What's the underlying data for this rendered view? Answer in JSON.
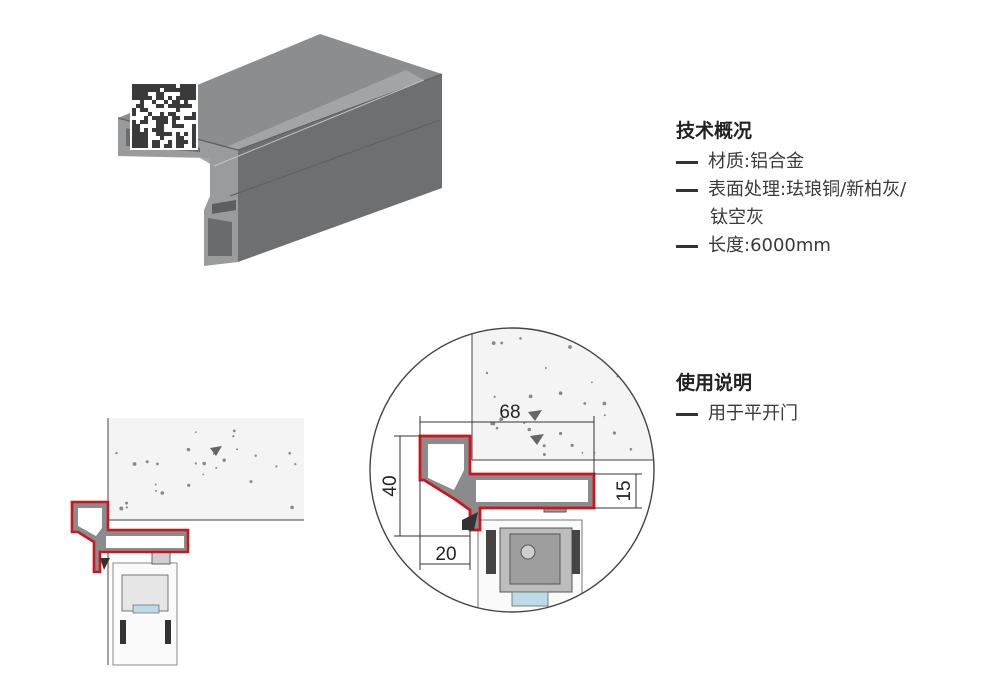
{
  "spec": {
    "title": "技术概况",
    "items": [
      {
        "lines": [
          "材质:铝合金"
        ]
      },
      {
        "lines": [
          "表面处理:珐琅铜/新柏灰/",
          "钛空灰"
        ]
      },
      {
        "lines": [
          "长度:6000mm"
        ]
      }
    ]
  },
  "usage": {
    "title": "使用说明",
    "items": [
      {
        "lines": [
          "用于平开门"
        ]
      }
    ]
  },
  "dimensions": {
    "width_top": "68",
    "height_left": "40",
    "height_right": "15",
    "width_bottom": "20"
  },
  "colors": {
    "profile_outline": "#d0141c",
    "profile_body": "#8a8b8d",
    "concrete": "#f4f4f4",
    "line": "#555555"
  }
}
